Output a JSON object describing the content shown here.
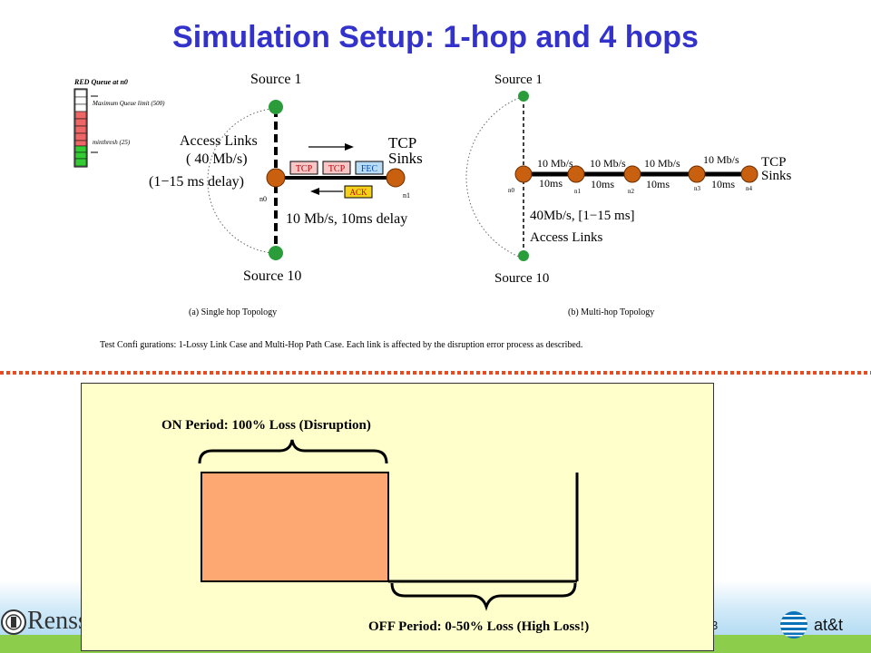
{
  "slide": {
    "title": "Simulation Setup: 1-hop and 4 hops",
    "page_number": "3",
    "colors": {
      "title": "#3333cc",
      "node": "#c8600f",
      "source": "#2a9d3a",
      "panel": "#ffffcc",
      "on_block": "#fda872",
      "separator": "#e84b1f"
    }
  },
  "left_topology": {
    "red_queue_title": "RED Queue at n0",
    "max_queue_label": "Maximum Queue limit (500)",
    "minthresh_label": "minthresh (25)",
    "source_top": "Source 1",
    "source_bottom": "Source 10",
    "access_links_line1": "Access Links",
    "access_links_line2": "( 40 Mb/s)",
    "access_links_line3": "(1−15 ms delay)",
    "tcp_sinks_line1": "TCP",
    "tcp_sinks_line2": "Sinks",
    "packets": [
      "TCP",
      "TCP",
      "FEC"
    ],
    "ack_label": "ACK",
    "node_n0": "n0",
    "node_n1": "n1",
    "link_label": "10 Mb/s, 10ms delay",
    "caption": "(a) Single hop Topology"
  },
  "right_topology": {
    "source_top": "Source 1",
    "source_bottom": "Source 10",
    "node_labels": [
      "n0",
      "n1",
      "n2",
      "n3",
      "n4"
    ],
    "link_rates": [
      "10 Mb/s",
      "10 Mb/s",
      "10 Mb/s",
      "10 Mb/s"
    ],
    "link_delays": [
      "10ms",
      "10ms",
      "10ms",
      "10ms"
    ],
    "tcp_sinks_line1": "TCP",
    "tcp_sinks_line2": "Sinks",
    "access_rate": "40Mb/s, [1−15 ms]",
    "access_links": "Access Links",
    "caption": "(b) Multi-hop Topology"
  },
  "figure_caption": "Test Confi gurations: 1-Lossy Link Case and Multi-Hop Path Case. Each link is affected by the disruption error process as described.",
  "disruption": {
    "on_label": "ON Period: 100% Loss (Disruption)",
    "off_label": "OFF Period: 0-50% Loss (High Loss!)"
  },
  "footer": {
    "rpi_text": "Renss",
    "att_text": "at&t"
  }
}
